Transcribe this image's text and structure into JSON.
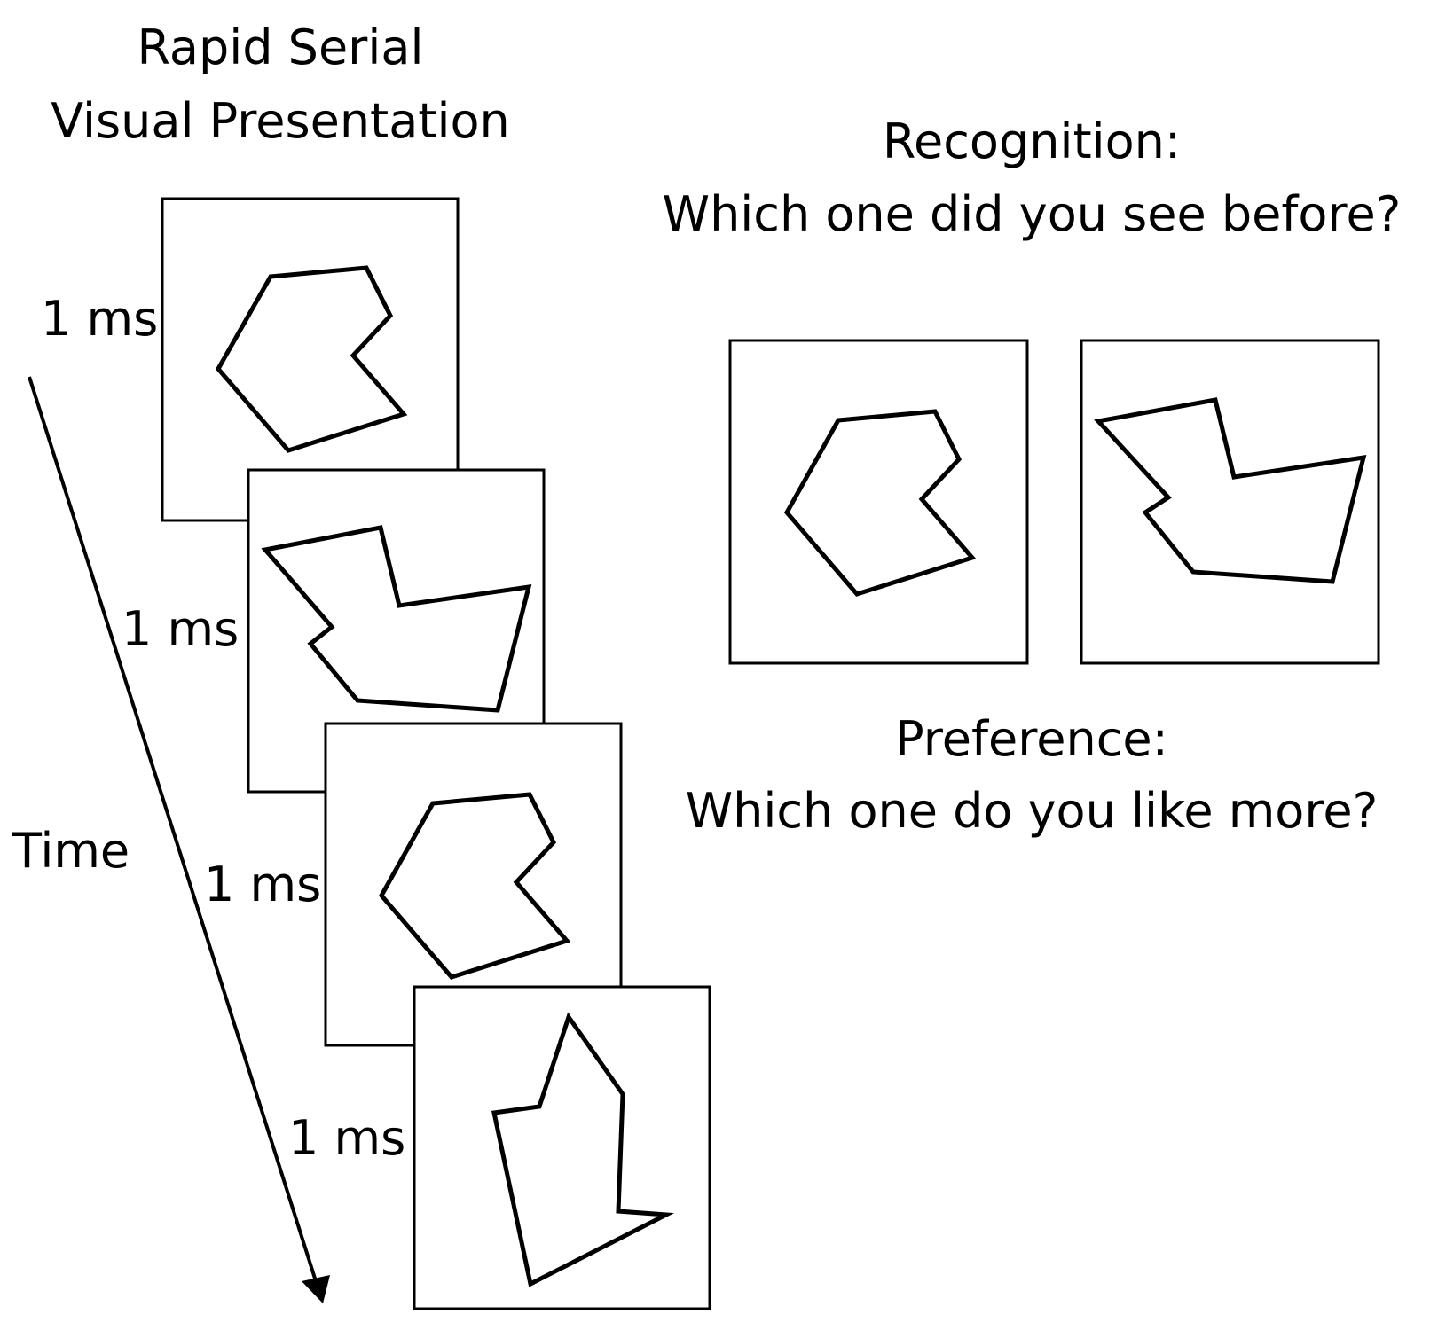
{
  "rsvp": {
    "title_line1": "Rapid Serial",
    "title_line2": "Visual Presentation",
    "time_label": "Time",
    "durations": [
      "1 ms",
      "1 ms",
      "1 ms",
      "1 ms"
    ]
  },
  "recognition": {
    "heading": "Recognition:",
    "question": "Which one did you see before?"
  },
  "preference": {
    "heading": "Preference:",
    "question": "Which one do you like more?"
  },
  "colors": {
    "stroke": "#000000",
    "background": "#ffffff"
  }
}
